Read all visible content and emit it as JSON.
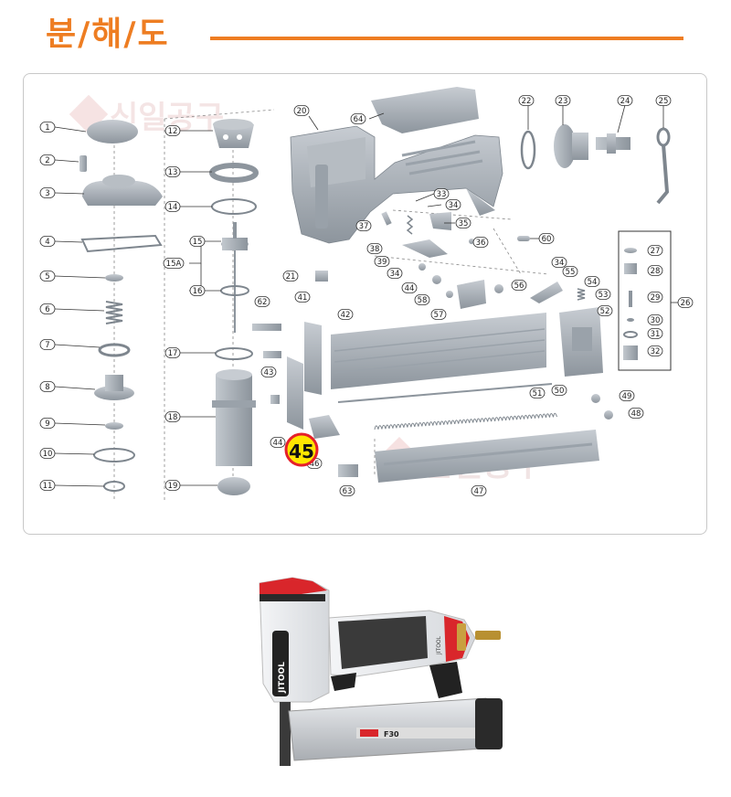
{
  "header": {
    "title": "분/해/도"
  },
  "colors": {
    "accent": "#ee7d22",
    "part_gray": "#a9b0b7",
    "part_dark": "#7c848c",
    "highlight_yellow": "#ffe600",
    "highlight_red": "#e5202a",
    "watermark": "#f3dcdc"
  },
  "watermark": {
    "text": "신일공구"
  },
  "diagram": {
    "highlight_label": "45",
    "labels": [
      "1",
      "2",
      "3",
      "4",
      "5",
      "6",
      "7",
      "8",
      "9",
      "10",
      "11",
      "12",
      "13",
      "14",
      "15",
      "15A",
      "16",
      "17",
      "18",
      "19",
      "20",
      "21",
      "22",
      "23",
      "24",
      "25",
      "26",
      "27",
      "28",
      "29",
      "30",
      "31",
      "32",
      "33",
      "34",
      "35",
      "36",
      "37",
      "38",
      "39",
      "34",
      "34",
      "44",
      "58",
      "56",
      "57",
      "55",
      "54",
      "53",
      "52",
      "60",
      "64",
      "62",
      "41",
      "42",
      "43",
      "44",
      "46",
      "47",
      "48",
      "49",
      "50",
      "51",
      "63"
    ]
  },
  "product": {
    "brand": "JITOOL",
    "model": "F30",
    "side_label": "JITOOL"
  }
}
